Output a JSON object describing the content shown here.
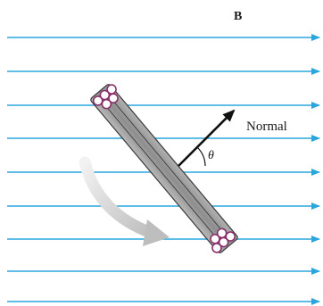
{
  "figure": {
    "field_label": "B",
    "normal_label": "Normal",
    "angle_label": "θ",
    "field_line_count": 9
  },
  "colors": {
    "field_lines": "#2aa6dd",
    "coil_body": "#9a9a9a",
    "coil_outline": "#3a3a3a",
    "wire_ends": "#8a2f6a",
    "rotation_arrow": "#cfcfcf",
    "normal_arrow": "#111111"
  },
  "icons": {
    "field_line_arrowhead": "arrow-right-icon",
    "rotation_indicator": "curved-arrow-icon"
  }
}
